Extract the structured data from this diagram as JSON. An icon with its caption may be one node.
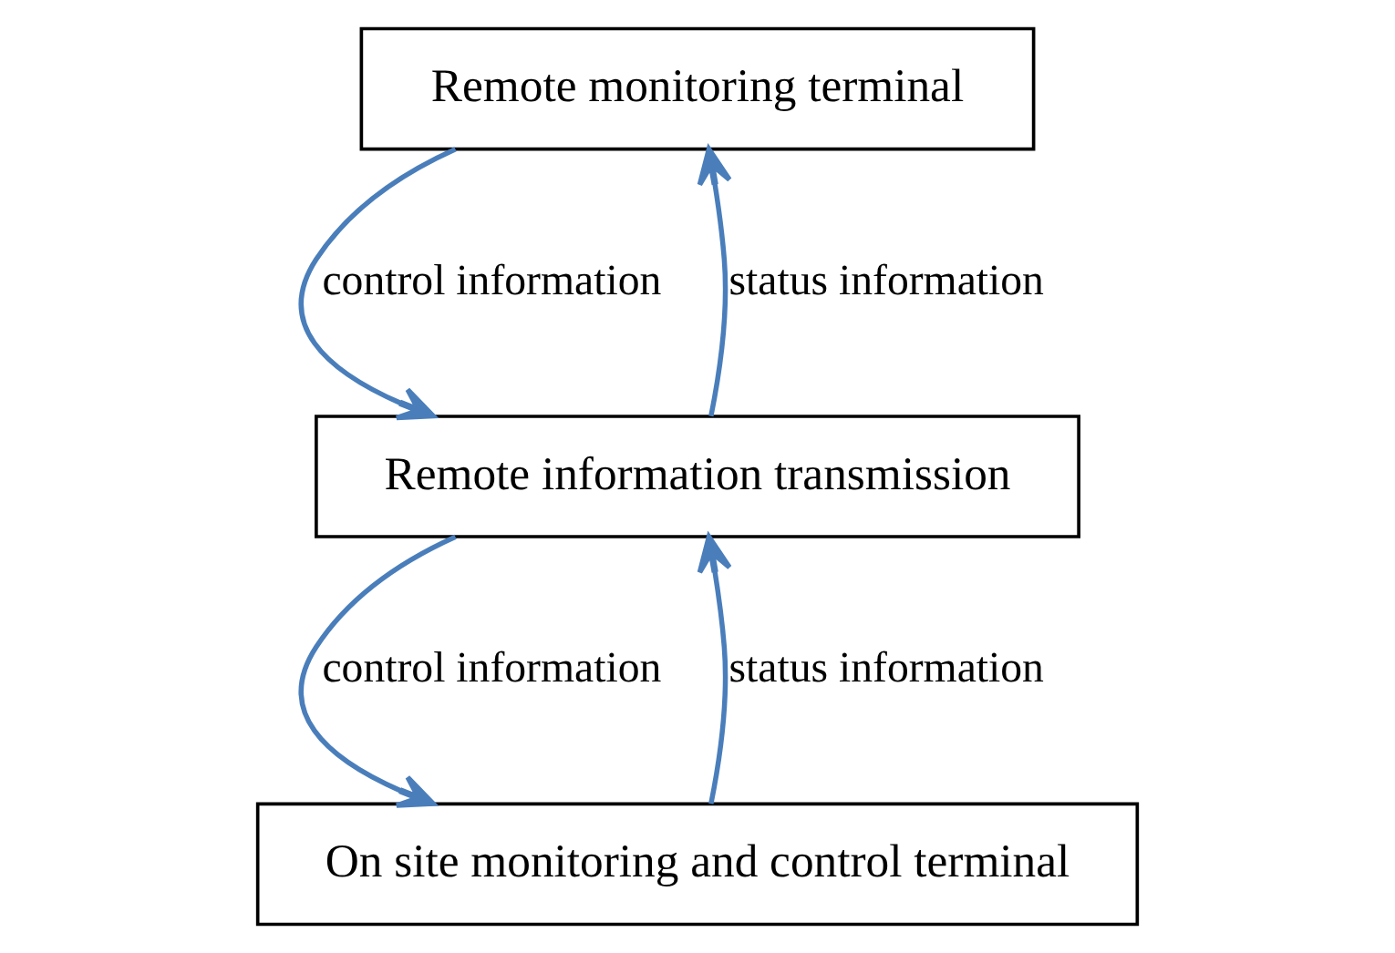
{
  "diagram": {
    "nodes": [
      {
        "text": [
          "Remote monitoring terminal"
        ]
      },
      {
        "text": [
          "Remote information transmission"
        ]
      },
      {
        "text": [
          "On site monitoring and control terminal"
        ]
      }
    ],
    "edges": [
      {
        "from": 0,
        "to": 1,
        "arrow": "to",
        "label": "control information"
      },
      {
        "from": 1,
        "to": 0,
        "arrow": "to",
        "label": "status information"
      },
      {
        "from": 1,
        "to": 2,
        "arrow": "to",
        "label": "control information"
      },
      {
        "from": 2,
        "to": 1,
        "arrow": "to",
        "label": "status information"
      }
    ]
  }
}
